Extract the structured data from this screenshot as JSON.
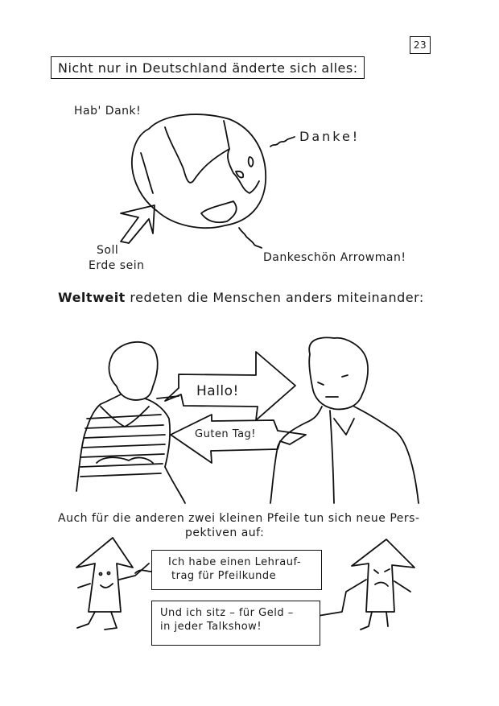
{
  "page": {
    "number": "23",
    "background": "#ffffff",
    "ink": "#111111"
  },
  "header": {
    "title": "Nicht nur in Deutschland änderte sich alles:"
  },
  "globe_panel": {
    "labels": {
      "top_left": "Hab' Dank!",
      "right": "Danke!",
      "bottom_right": "Dankeschön Arrowman!",
      "arrow_caption_line1": "Soll",
      "arrow_caption_line2": "Erde sein"
    }
  },
  "conversation_panel": {
    "heading_bold": "Weltweit",
    "heading_rest": "redeten die Menschen anders miteinander:",
    "arrow_right_text": "Hallo!",
    "arrow_left_text": "Guten Tag!"
  },
  "arrows_panel": {
    "heading_line1": "Auch für die anderen zwei kleinen Pfeile tun sich neue Pers-",
    "heading_line2": "pektiven auf:",
    "box1_line1": "Ich habe einen Lehrauf-",
    "box1_line2": "trag für Pfeilkunde",
    "box2_line1": "Und ich sitz – für Geld –",
    "box2_line2": "in jeder Talkshow!"
  }
}
